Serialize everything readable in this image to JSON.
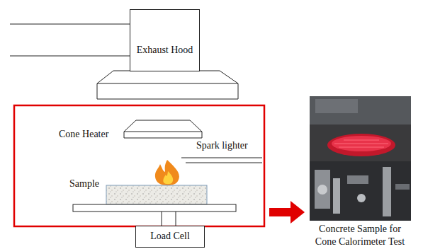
{
  "diagram": {
    "nodes": [
      {
        "text": [
          "Exhaust Hood"
        ]
      },
      {
        "text": [
          "Load Cell"
        ]
      }
    ],
    "labels": [
      "Cone Heater",
      "Spark lighter",
      "Sample",
      "Concrete Sample for Cone Calorimeter Test"
    ]
  }
}
